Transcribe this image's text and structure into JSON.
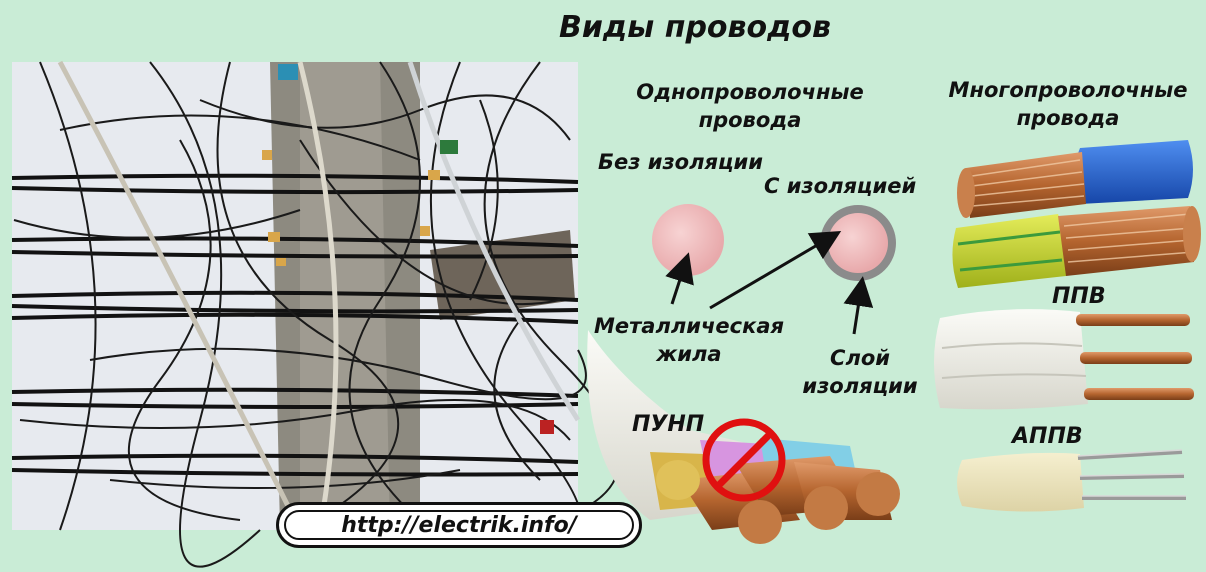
{
  "title": "Виды проводов",
  "single_wire": {
    "heading_line1": "Однопроволочные",
    "heading_line2": "провода",
    "bare_label": "Без изоляции",
    "insulated_label": "С изоляцией",
    "core_label_line1": "Металлическая",
    "core_label_line2": "жила",
    "layer_label_line1": "Слой",
    "layer_label_line2": "изоляции"
  },
  "multi_wire": {
    "heading_line1": "Многопроволочные",
    "heading_line2": "провода"
  },
  "cables": {
    "ppv": "ППВ",
    "appv": "АППВ",
    "punp": "ПУНП"
  },
  "url": "http://electrik.info/",
  "colors": {
    "background": "#c9ecd6",
    "copper": "#b5652f",
    "insulation_blue": "#1e5fd1",
    "insulation_yellow_green": "#c9d832",
    "prohibition_red": "#e01010"
  }
}
